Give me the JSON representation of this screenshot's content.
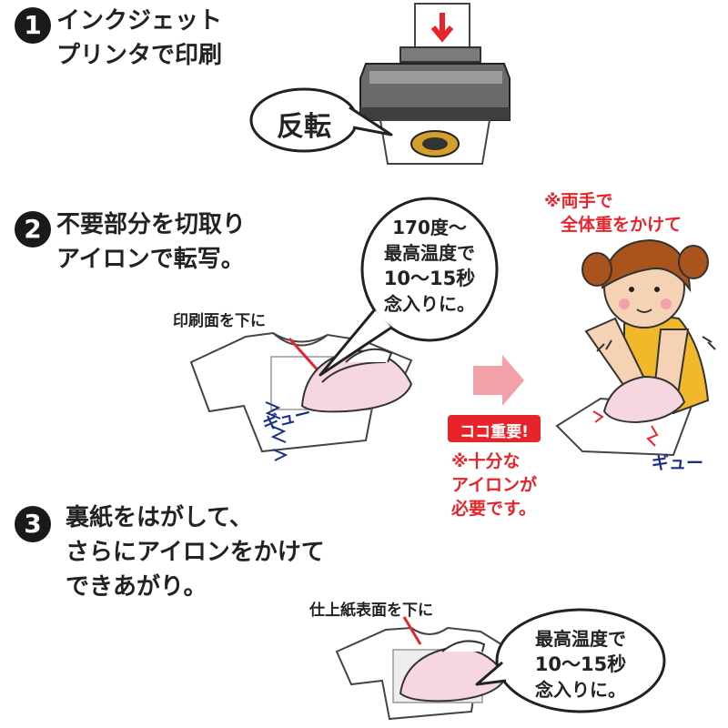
{
  "steps": [
    {
      "num": "1",
      "lines": [
        "インクジェット",
        "プリンタで印刷"
      ]
    },
    {
      "num": "2",
      "lines": [
        "不要部分を切取り",
        "アイロンで転写。"
      ]
    },
    {
      "num": "3",
      "lines": [
        "裏紙をはがして、",
        "さらにアイロンをかけて",
        "できあがり。"
      ]
    }
  ],
  "bubbles": {
    "reverse": "反転",
    "iron1": {
      "line1": "170度〜",
      "line2": "最高温度で",
      "time": "10〜15秒",
      "line4": "念入りに。"
    },
    "iron2": {
      "line1": "最高温度で",
      "time": "10〜15秒",
      "line3": "念入りに。"
    }
  },
  "labels": {
    "print_side_down": "印刷面を下に",
    "finish_side_down": "仕上紙表面を下に",
    "squeeze_left": "ギュー",
    "squeeze_right": "ギュー",
    "key_point": "ココ重要!",
    "full_weight": [
      "※両手で",
      "全体重をかけて"
    ],
    "enough_iron": [
      "※十分な",
      "アイロンが",
      "必要です。"
    ]
  },
  "colors": {
    "accent_red": "#e8242b",
    "navy": "#1a2f8a",
    "arrow_pink": "#f4a0a8",
    "hair": "#a8541c",
    "apron": "#f0b82a"
  }
}
